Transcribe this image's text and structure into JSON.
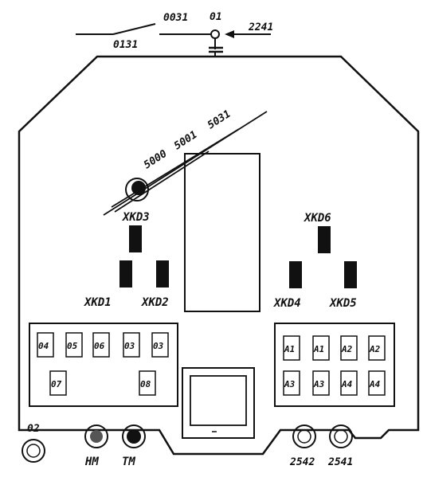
{
  "top_wires": {
    "left_upper": "0031",
    "left_lower": "0131",
    "center": "01",
    "right": "2241"
  },
  "diagonal_wires": [
    "5000",
    "5001",
    "5031"
  ],
  "connectors": {
    "xkd3": "XKD3",
    "xkd1": "XKD1",
    "xkd2": "XKD2",
    "xkd6": "XKD6",
    "xkd4": "XKD4",
    "xkd5": "XKD5"
  },
  "left_block": {
    "row1": [
      "04",
      "05",
      "06",
      "03",
      "03"
    ],
    "row2": [
      "07",
      "08"
    ]
  },
  "right_block": {
    "row1": [
      "A1",
      "A1",
      "A2",
      "A2"
    ],
    "row2": [
      "A3",
      "A3",
      "A4",
      "A4"
    ]
  },
  "bottom_terminals": {
    "far_left": "02",
    "hm": "HM",
    "tm": "TM",
    "t2542": "2542",
    "t2541": "2541"
  }
}
